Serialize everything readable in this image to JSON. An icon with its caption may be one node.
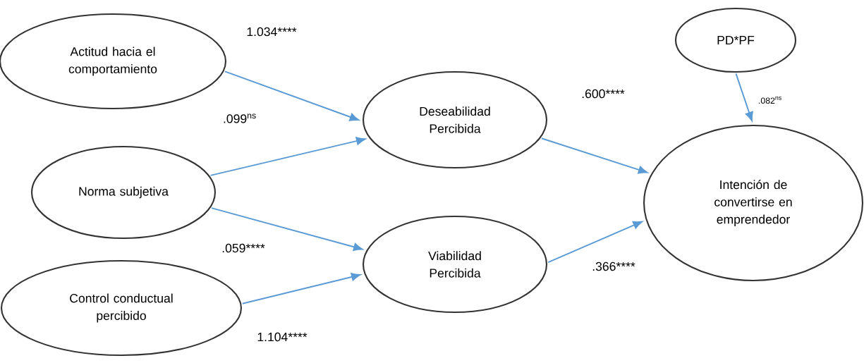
{
  "diagram": {
    "nodes": [
      {
        "text": [
          "Actitud hacia el comportamiento"
        ]
      },
      {
        "text": [
          "Deseabilidad Percibida"
        ]
      },
      {
        "text": [
          "PD*PF"
        ]
      },
      {
        "text": [
          "Norma subjetiva"
        ]
      },
      {
        "text": [
          "Viabilidad Percibida"
        ]
      },
      {
        "text": [
          "Intención de convertirse en emprendedor"
        ]
      },
      {
        "text": [
          "Control conductual percibido"
        ]
      }
    ],
    "edges": [
      {
        "from": 0,
        "to": 1,
        "arrow": "to",
        "label": "1.034****"
      },
      {
        "from": 3,
        "to": 1,
        "arrow": "to",
        "label": ".099$^{ns}$"
      },
      {
        "from": 3,
        "to": 4,
        "arrow": "to",
        "label": ".059****"
      },
      {
        "from": 6,
        "to": 4,
        "arrow": "to",
        "label": "1.104****"
      },
      {
        "from": 1,
        "to": 5,
        "arrow": "to",
        "label": ".600****"
      },
      {
        "from": 4,
        "to": 5,
        "arrow": "to",
        "label": ".366****"
      },
      {
        "from": 2,
        "to": 5,
        "arrow": "to",
        "label": ".082$^{ns}$"
      }
    ]
  }
}
